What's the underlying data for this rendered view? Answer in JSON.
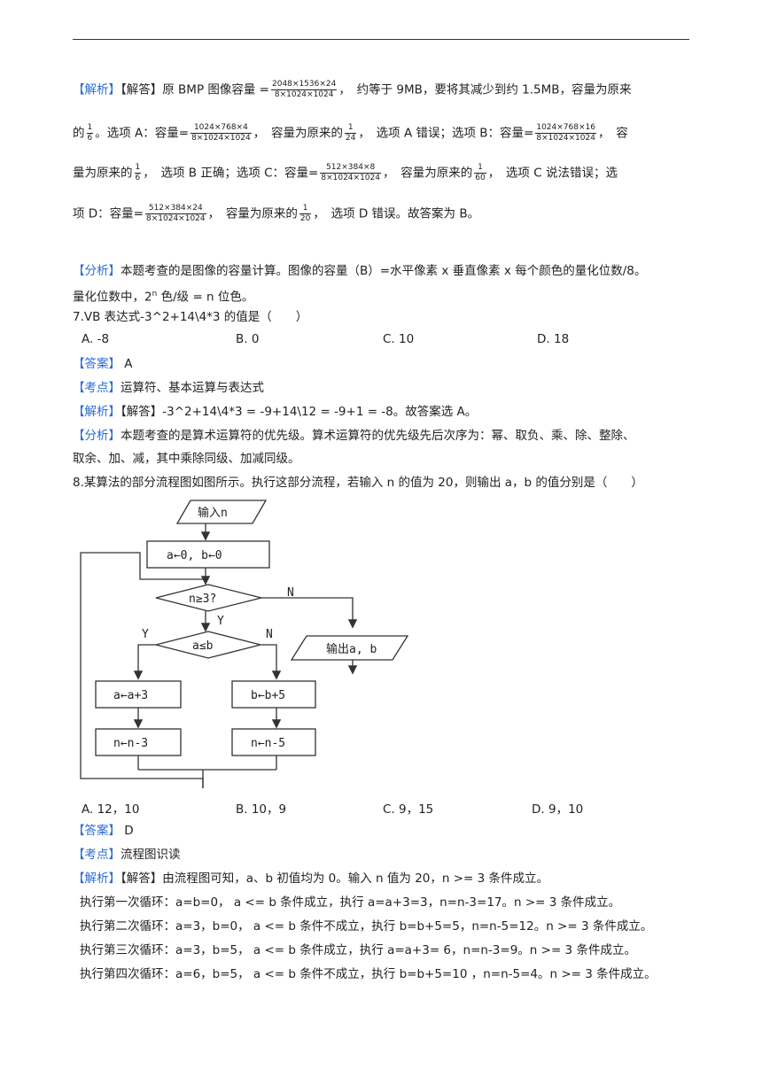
{
  "section1": {
    "tag_jiexi": "【解析】",
    "tag_jieda": "【解答】",
    "l1_a": "原 BMP 图像容量 =",
    "frac1": {
      "num": "2048×1536×24",
      "den": "8×1024×1024"
    },
    "l1_b": "，　约等于 9MB，要将其减少到约 1.5MB，容量为原来",
    "l2_a": "的",
    "frac_1_6a": {
      "num": "1",
      "den": "6"
    },
    "l2_b": "。选项 A：容量=",
    "frac2": {
      "num": "1024×768×4",
      "den": "8×1024×1024"
    },
    "l2_c": "，　容量为原来的",
    "frac_1_24": {
      "num": "1",
      "den": "24"
    },
    "l2_d": "，　选项 A 错误；选项 B：容量=",
    "frac3": {
      "num": "1024×768×16",
      "den": "8×1024×1024"
    },
    "l2_e": "，　容",
    "l3_a": "量为原来的",
    "frac_1_6b": {
      "num": "1",
      "den": "6"
    },
    "l3_b": "，　选项 B 正确；选项 C：容量=",
    "frac4": {
      "num": "512×384×8",
      "den": "8×1024×1024"
    },
    "l3_c": "，　容量为原来的",
    "frac_1_60": {
      "num": "1",
      "den": "60"
    },
    "l3_d": "，　选项 C 说法错误；选",
    "l4_a": "项 D：容量=",
    "frac5": {
      "num": "512×384×24",
      "den": "8×1024×1024"
    },
    "l4_b": "，　容量为原来的",
    "frac_1_20": {
      "num": "1",
      "den": "20"
    },
    "l4_c": "，　选项 D 错误。故答案为 B。"
  },
  "fenxi1": {
    "tag": "【分析】",
    "line1": "本题考查的是图像的容量计算。图像的容量（B）=水平像素 x 垂直像素 x 每个颜色的量化位数/8。",
    "line2_a": "量化位数中，2",
    "line2_sup": "n",
    "line2_b": " 色/级  = n  位色。"
  },
  "q7": {
    "question": "7.VB 表达式-3^2+14\\4*3 的值是（　　）",
    "options": [
      "A. -8",
      "B. 0",
      "C. 10",
      "D. 18"
    ],
    "tag_answer": "【答案】",
    "answer": " A",
    "tag_kaodian": "【考点】",
    "kaodian": "运算符、基本运算与表达式",
    "tag_jiexi": "【解析】",
    "tag_jieda": "【解答】",
    "jieda": "-3^2+14\\4*3 = -9+14\\12 = -9+1 = -8。故答案选 A。",
    "tag_fenxi": "【分析】",
    "fenxi_l1": "本题考查的是算术运算符的优先级。算术运算符的优先级先后次序为：幂、取负、乘、除、整除、",
    "fenxi_l2": "取余、加、减，其中乘除同级、加减同级。"
  },
  "q8": {
    "question": "8.某算法的部分流程图如图所示。执行这部分流程，若输入 n 的值为 20，则输出 a，b 的值分别是（　　）",
    "flowchart": {
      "input": "输入n",
      "init": "a←0, b←0",
      "cond1": "n≥3?",
      "cond2": "a≤b",
      "yes": "Y",
      "no": "N",
      "left1": "a←a+3",
      "left2": "n←n-3",
      "right1": "b←b+5",
      "right2": "n←n-5",
      "output": "输出a, b"
    },
    "options": [
      "A. 12，10",
      "B. 10，9",
      "C. 9，15",
      "D. 9，10"
    ],
    "tag_answer": "【答案】",
    "answer": " D",
    "tag_kaodian": "【考点】",
    "kaodian": "流程图识读",
    "tag_jiexi": "【解析】",
    "tag_jieda": "【解答】",
    "jieda": "由流程图可知，a、b 初值均为 0。输入 n 值为 20，n >= 3 条件成立。",
    "steps": [
      "执行第一次循环：a=b=0，  a <= b 条件成立，执行 a=a+3=3，n=n-3=17。n >= 3 条件成立。",
      "执行第二次循环：a=3，b=0，  a <= b 条件不成立，执行 b=b+5=5，n=n-5=12。n >= 3 条件成立。",
      "执行第三次循环：a=3，b=5，  a <= b 条件成立，执行 a=a+3= 6，n=n-3=9。n >= 3 条件成立。",
      "执行第四次循环：a=6，b=5，  a <= b 条件不成立，执行 b=b+5=10 ，n=n-5=4。n >= 3 条件成立。"
    ]
  }
}
